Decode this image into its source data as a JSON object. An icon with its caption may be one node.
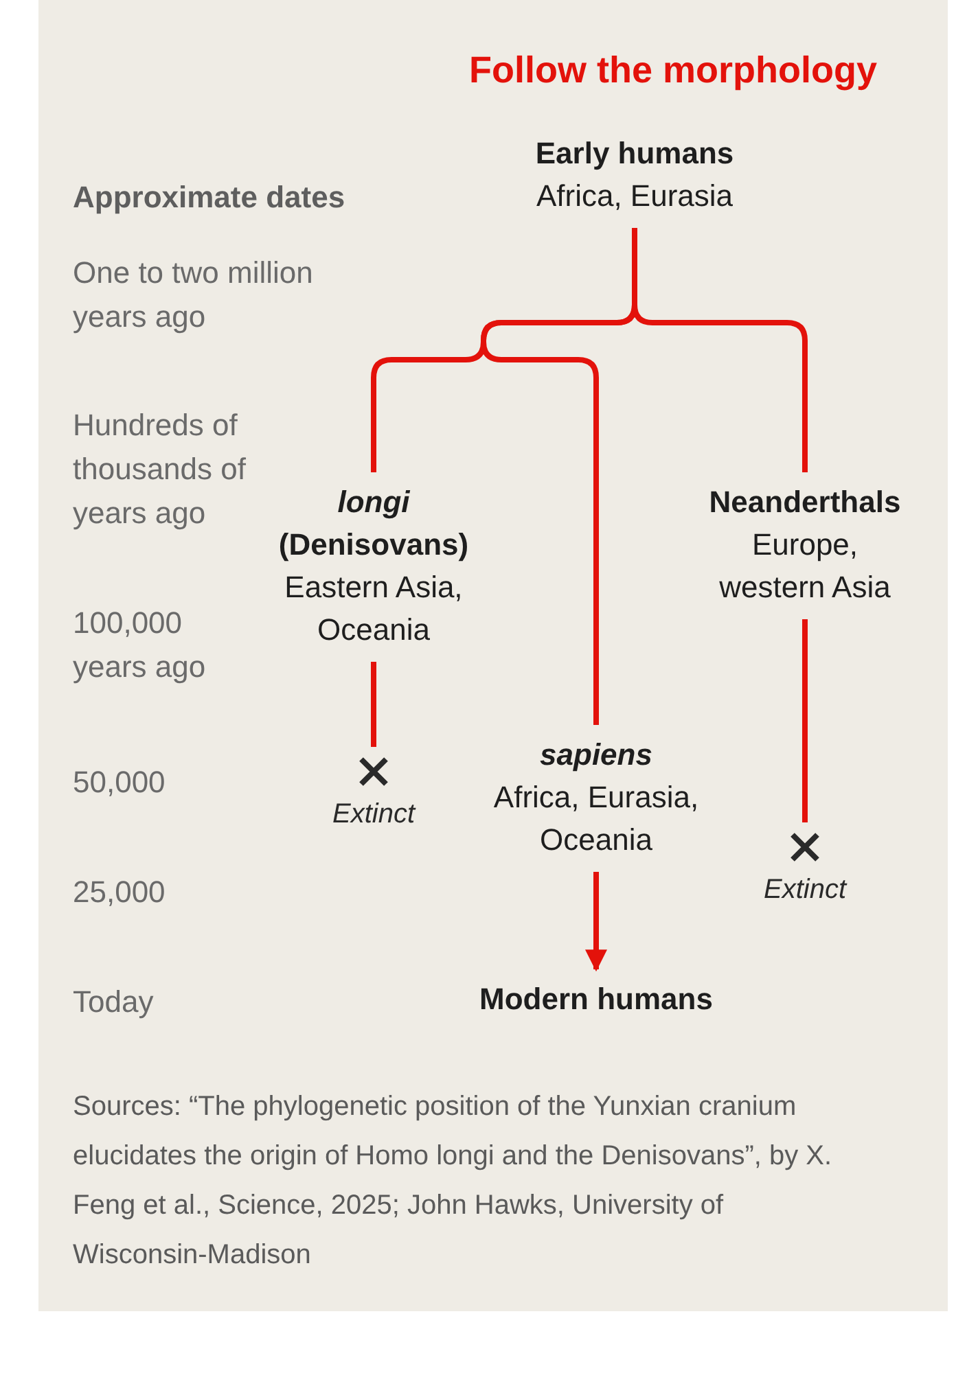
{
  "diagram": {
    "title": "Follow the morphology",
    "caption": "Sources: “The phylogenetic position of the Yunxian cranium elucidates the origin of Homo longi and the Denisovans”, by X. Feng et al., Science, 2025; John Hawks, University of Wisconsin-Madison",
    "nodes": [
      {
        "text": [
          "Early humans",
          "Africa, Eurasia"
        ]
      },
      {
        "text": [
          "*longi* (Denisovans)",
          "Eastern Asia, Oceania"
        ]
      },
      {
        "text": [
          "Neanderthals",
          "Europe, western Asia"
        ]
      },
      {
        "text": [
          "sapiens",
          "Africa, Eurasia, Oceania"
        ]
      },
      {
        "text": [],
        "shape": "cross",
        "beside": [
          "Extinct"
        ]
      },
      {
        "text": [],
        "shape": "cross",
        "beside": [
          "Extinct"
        ]
      },
      {
        "text": [
          "Modern humans"
        ]
      }
    ],
    "edges": [
      {
        "from": 0,
        "to": 1,
        "arrow": "none"
      },
      {
        "from": 0,
        "to": 3,
        "arrow": "none"
      },
      {
        "from": 0,
        "to": 2,
        "arrow": "none"
      },
      {
        "from": 1,
        "to": 4,
        "arrow": "none"
      },
      {
        "from": 3,
        "to": 6,
        "arrow": "to"
      },
      {
        "from": 2,
        "to": 5,
        "arrow": "none"
      }
    ],
    "labels": [
      "Approximate dates",
      "One to two million years ago",
      "Hundreds of thousands of years ago",
      "100,000 years ago",
      "50,000",
      "25,000",
      "Today"
    ]
  }
}
